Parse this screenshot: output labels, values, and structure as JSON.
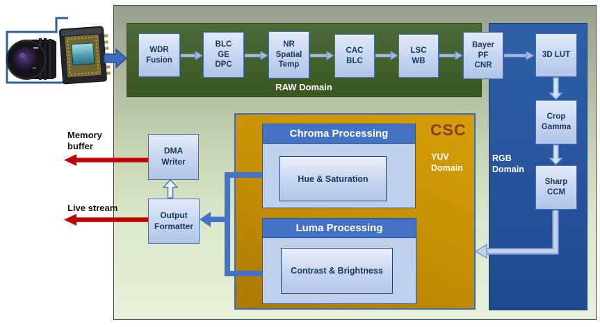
{
  "diagram_type": "image-signal-processing-pipeline",
  "colors": {
    "raw_domain_green": "#3f5d27",
    "rgb_domain_blue": "#2a57a0",
    "csc_gold": "#c58d03",
    "panel_header_blue": "#4472c4",
    "panel_body_blue": "#bfcfee",
    "block_fill_light": "#cad8f1",
    "block_text_navy": "#17365d",
    "connector_blue": "#4472c4",
    "connector_light_blue": "#c3d1ee",
    "red_arrow": "#c00000",
    "csc_title_maroon": "#8e3a26"
  },
  "raw_domain": {
    "label": "RAW Domain",
    "blocks": [
      {
        "text": "WDR\nFusion"
      },
      {
        "text": "BLC\nGE\nDPC"
      },
      {
        "text": "NR\nSpatial\nTemp"
      },
      {
        "text": "CAC\nBLC"
      },
      {
        "text": "LSC\nWB"
      },
      {
        "text": "Bayer\nPF\nCNR"
      }
    ]
  },
  "rgb_domain": {
    "label": "RGB\nDomain",
    "blocks": [
      {
        "text": "3D LUT"
      },
      {
        "text": "Crop\nGamma"
      },
      {
        "text": "Sharp\nCCM"
      }
    ]
  },
  "csc": {
    "title": "CSC",
    "domain_label": "YUV\nDomain",
    "chroma": {
      "header": "Chroma Processing",
      "inner": "Hue & Saturation"
    },
    "luma": {
      "header": "Luma Processing",
      "inner": "Contrast & Brightness"
    }
  },
  "output_stage": {
    "dma_writer": "DMA\nWriter",
    "output_formatter": "Output\nFormatter",
    "memory_buffer_label": "Memory\nbuffer",
    "live_stream_label": "Live stream"
  }
}
